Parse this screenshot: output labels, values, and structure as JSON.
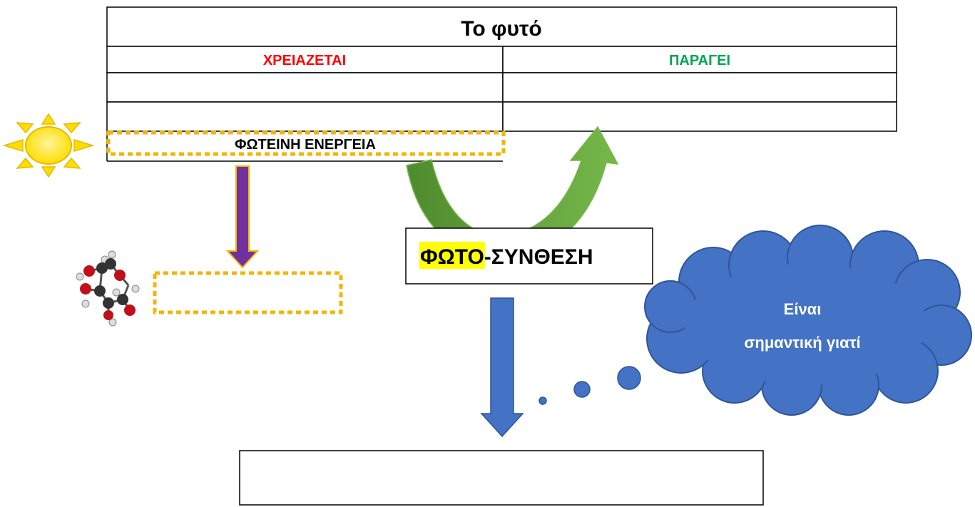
{
  "table": {
    "title": "Το φυτό",
    "col_left": "ΧΡΕΙΑΖΕΤΑΙ",
    "col_right": "ΠΑΡΑΓΕΙ",
    "row3_left": "ΦΩΤΕΙΝΗ ΕΝΕΡΓΕΙΑ"
  },
  "process": {
    "highlight": "ΦΩΤΟ",
    "rest": "-ΣΥΝΘΕΣΗ"
  },
  "cloud": {
    "line1": "Είναι",
    "line2": "σημαντική γιατί"
  },
  "colors": {
    "needs_header": "#ff0000",
    "produces_header": "#00a550",
    "dashed_border": "#f2b600",
    "sun": "#ffdd00",
    "purple_arrow": "#7030a0",
    "green_arrow": "#5fa33a",
    "blue_arrow": "#4472c4",
    "cloud": "#4472c4",
    "highlight": "#ffff00"
  },
  "icons": [
    "sun-icon",
    "glucose-molecule-icon"
  ]
}
